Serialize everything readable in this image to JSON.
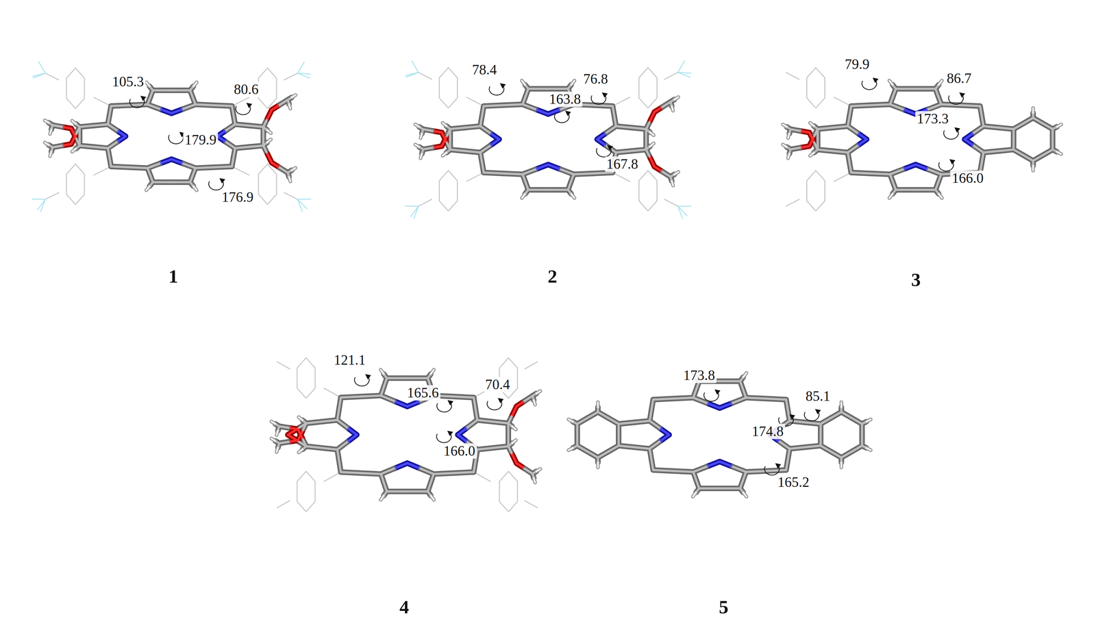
{
  "diagram": {
    "labels": [
      "105.3",
      "80.6",
      "179.9",
      "176.9",
      "1",
      "78.4",
      "76.8",
      "163.8",
      "167.8",
      "2",
      "79.9",
      "86.7",
      "173.3",
      "166.0",
      "3",
      "121.1",
      "70.4",
      "165.6",
      "166.0",
      "4",
      "173.8",
      "85.1",
      "174.8",
      "165.2",
      "5"
    ]
  }
}
